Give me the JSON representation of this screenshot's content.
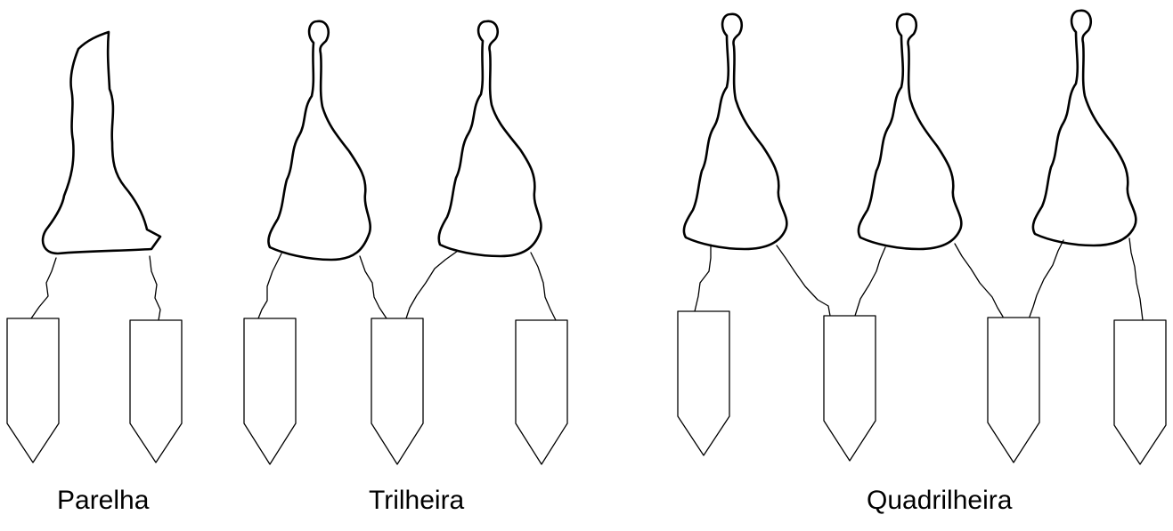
{
  "captions": {
    "parelha": "Parelha",
    "trilheira": "Trilheira",
    "quadrilheira": "Quadrilheira"
  },
  "groups": [
    {
      "name": "Parelha",
      "animals": 1,
      "stakes": 2
    },
    {
      "name": "Trilheira",
      "animals": 2,
      "stakes": 3
    },
    {
      "name": "Quadrilheira",
      "animals": 3,
      "stakes": 4
    }
  ],
  "colors": {
    "line": "#000000",
    "background": "#ffffff"
  }
}
